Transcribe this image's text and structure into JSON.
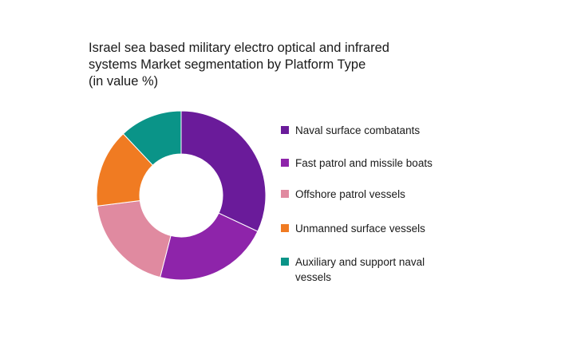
{
  "chart_data": {
    "type": "pie",
    "title_lines": [
      "Israel sea based military electro optical and infrared",
      "systems Market segmentation by Platform Type",
      "(in value %)"
    ],
    "categories": [
      "Naval surface combatants",
      "Fast patrol and missile boats",
      "Offshore patrol vessels",
      "Unmanned surface vessels",
      "Auxiliary and support naval vessels"
    ],
    "values": [
      32,
      22,
      19,
      15,
      12
    ],
    "colors": [
      "#6a1b9a",
      "#8e24aa",
      "#e08aa0",
      "#f07b22",
      "#0a9488"
    ],
    "legend_position": "right"
  }
}
